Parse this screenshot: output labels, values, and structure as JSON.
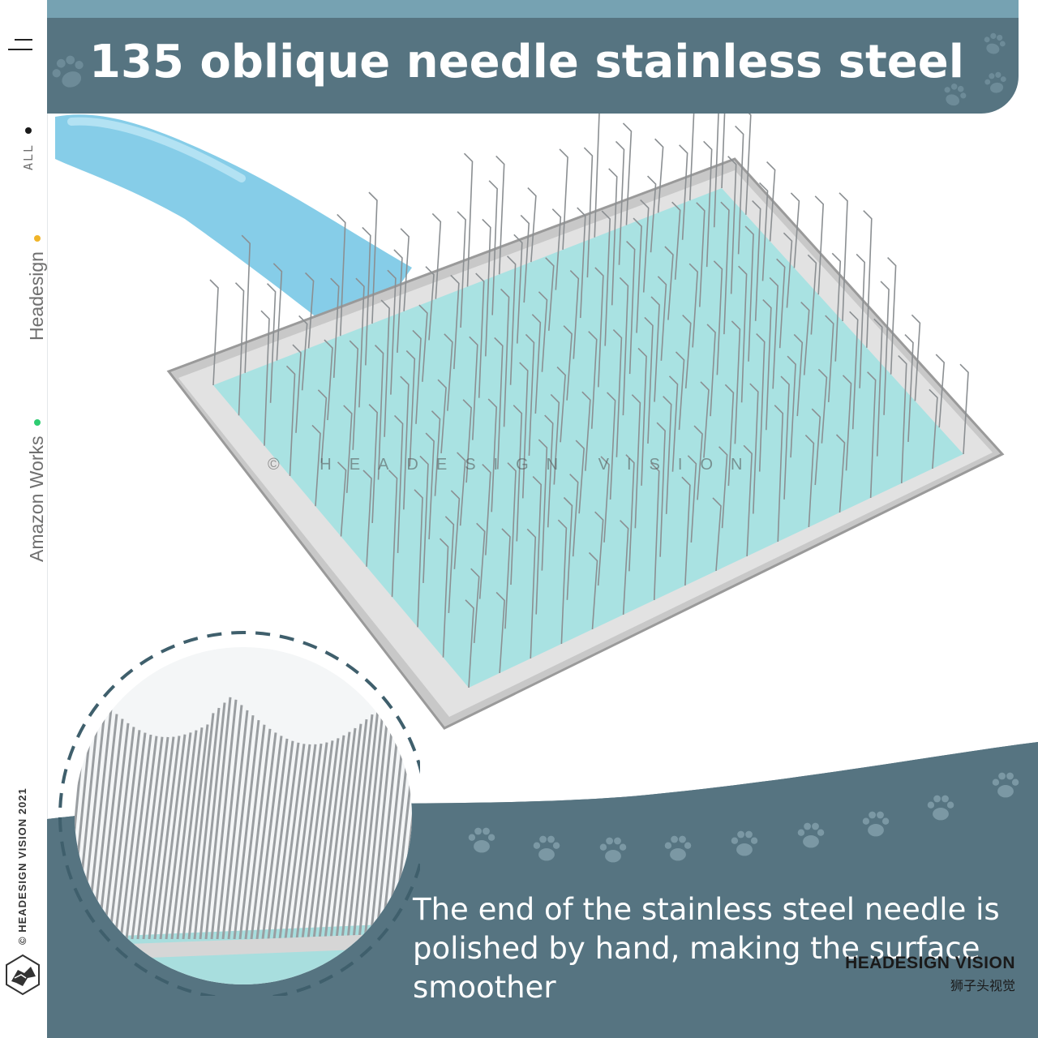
{
  "sidebar": {
    "all_label": "ALL",
    "brand_label": "Headesign",
    "works_label": "Amazon Works",
    "copyright": "© HEADESIGN VISION 2021",
    "dot_colors": {
      "all": "#1a1a1a",
      "brand": "#f0b429",
      "works": "#2ecc71"
    }
  },
  "banner": {
    "title": "135 oblique needle stainless steel",
    "color": "#567481",
    "strip_color": "#76a2b2"
  },
  "watermark": "© HEADESIGN VISION",
  "caption": {
    "text": "The end of the stainless steel needle is polished by hand, making the surface smoother"
  },
  "brand_mark": {
    "name": "HEADESIGN VISION",
    "subtitle": "狮子头视觉"
  },
  "icons": [
    "menu-icon",
    "paw-icon",
    "lion-logo-icon"
  ]
}
